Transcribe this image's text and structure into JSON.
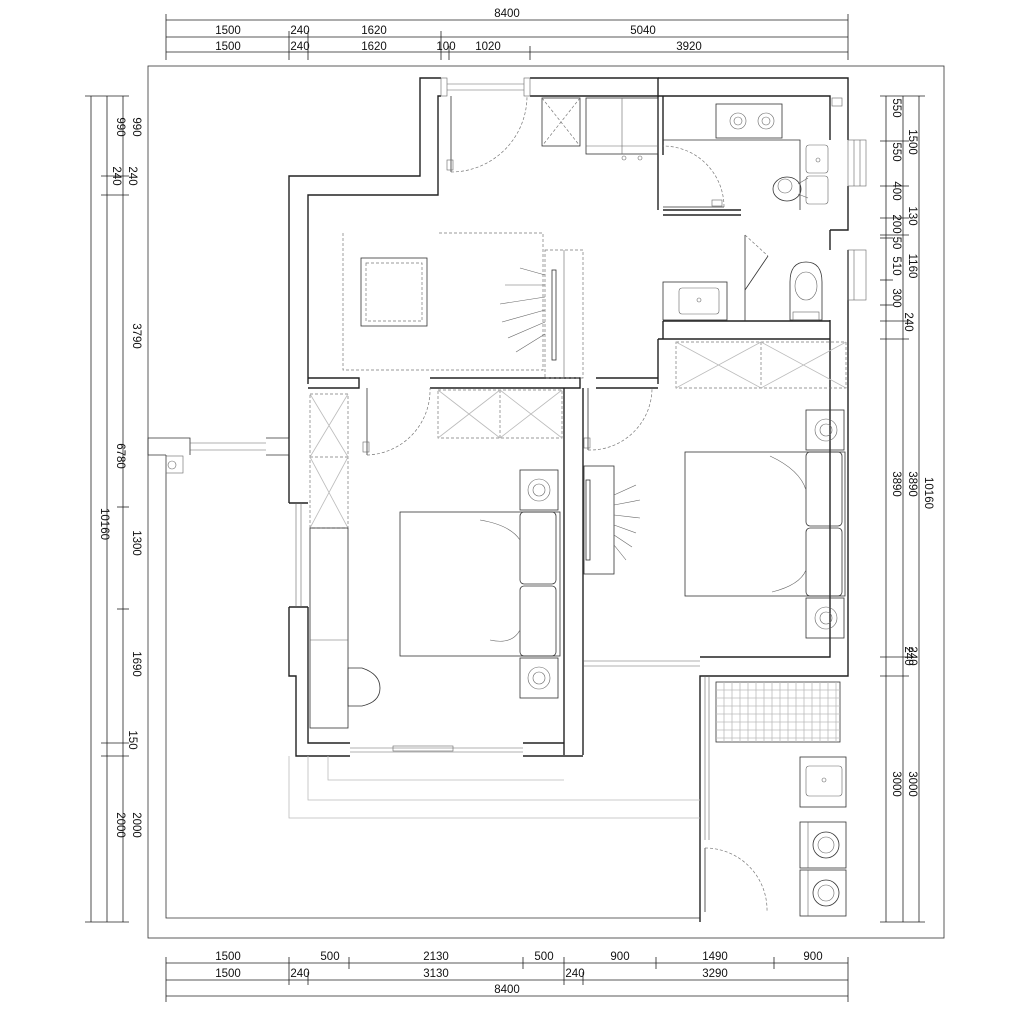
{
  "top_dimensions": {
    "overall": "8400",
    "row1": [
      "1500",
      "240",
      "1620",
      "5040"
    ],
    "row2": [
      "1500",
      "240",
      "1620",
      "100",
      "1020",
      "3920"
    ]
  },
  "bottom_dimensions": {
    "row1": [
      "1500",
      "500",
      "2130",
      "500",
      "900",
      "1490",
      "900"
    ],
    "row2": [
      "1500",
      "240",
      "3130",
      "240",
      "3290"
    ],
    "overall": "8400"
  },
  "left_dimensions": {
    "outer": "10160",
    "middle": [
      "6780",
      "2000"
    ],
    "inner": [
      "990",
      "240",
      "3790",
      "1300",
      "1690",
      "150",
      "2000"
    ],
    "extra": [
      "990",
      "240"
    ]
  },
  "right_dimensions": {
    "outer": "10160",
    "middle": [
      "1500",
      "130",
      "1160",
      "3890",
      "240",
      "3000"
    ],
    "inner": [
      "550",
      "550",
      "400",
      "200",
      "50",
      "510",
      "300",
      "240",
      "3890",
      "240",
      "3000"
    ]
  }
}
